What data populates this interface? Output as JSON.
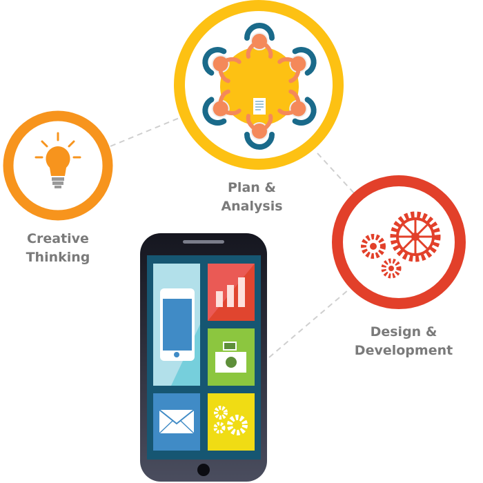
{
  "stages": [
    {
      "id": "creative",
      "line1": "Creative",
      "line2": "Thinking",
      "color": "#f7941d",
      "icon": "lightbulb-icon"
    },
    {
      "id": "plan",
      "line1": "Plan &",
      "line2": "Analysis",
      "color": "#fdc113",
      "icon": "meeting-table-icon"
    },
    {
      "id": "design",
      "line1": "Design &",
      "line2": "Development",
      "color": "#e2402a",
      "icon": "gears-icon"
    }
  ],
  "phone": {
    "tiles": [
      {
        "name": "smartphone-tile",
        "color": "#b2e0ea",
        "icon": "smartphone-icon"
      },
      {
        "name": "chart-tile",
        "color": "#e0452f",
        "icon": "bar-chart-icon"
      },
      {
        "name": "camera-tile",
        "color": "#8cc63f",
        "icon": "camera-icon"
      },
      {
        "name": "mail-tile",
        "color": "#408bc6",
        "icon": "envelope-icon"
      },
      {
        "name": "settings-tile",
        "color": "#f0dc14",
        "icon": "gears-icon"
      }
    ]
  }
}
